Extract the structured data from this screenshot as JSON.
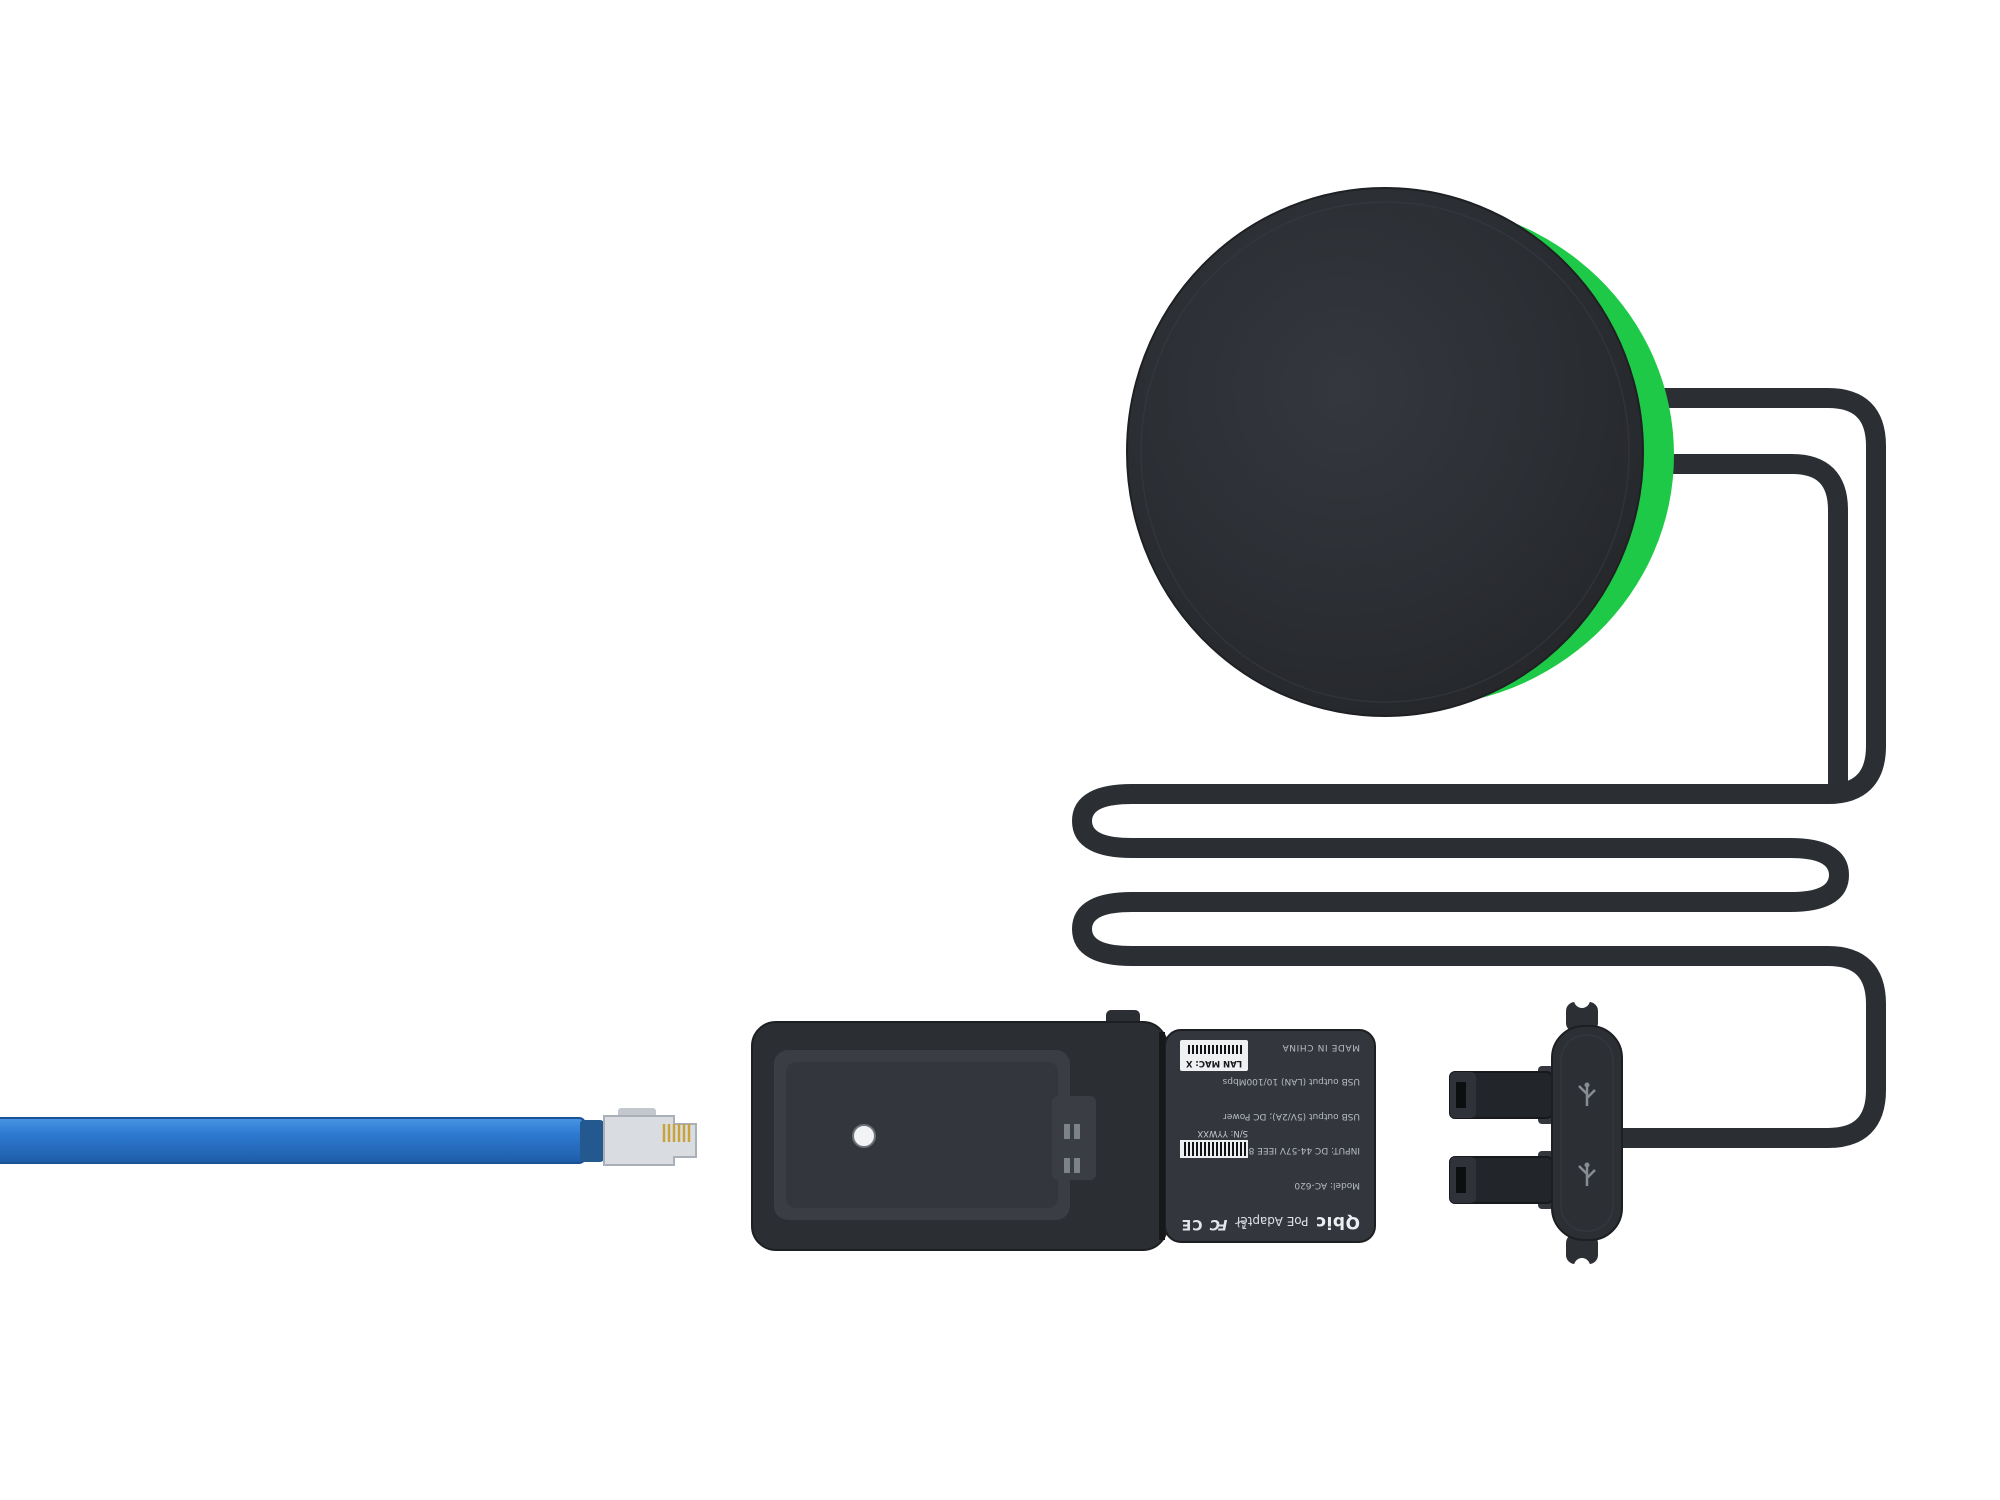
{
  "scene": {
    "description": "Product render of a PoE adapter kit: round puck device with green accent, long dark power cable, dual-USB connector plate, PoE adapter module and blue Ethernet cable with RJ45 plug",
    "background_color": "#ffffff"
  },
  "device_puck": {
    "body_color": "#2b2e33",
    "accent_color": "#1ec947"
  },
  "power_cable": {
    "color": "#2b2f34"
  },
  "ethernet_cable": {
    "color": "#2e7ad1",
    "connector": "RJ45",
    "pin_color": "#c9a23a"
  },
  "usb_assembly": {
    "plug_color": "#222529",
    "plate_color": "#2c2f34"
  },
  "adapter_label": {
    "brand": "Qbic",
    "product": "PoE Adapter",
    "model": "Model: AC-620",
    "input": "INPUT: DC 44-57V IEEE 802.3af",
    "output1": "USB output (5V/2A); DC Power",
    "output2": "USB output (LAN)  10/100Mbps",
    "made_in": "MADE IN CHINA",
    "serial": "S/N: YYWXX",
    "lan_mac": "LAN MAC: X",
    "arrow_mark": "↻",
    "fcc_mark": "FC",
    "ce_mark": "CE"
  }
}
